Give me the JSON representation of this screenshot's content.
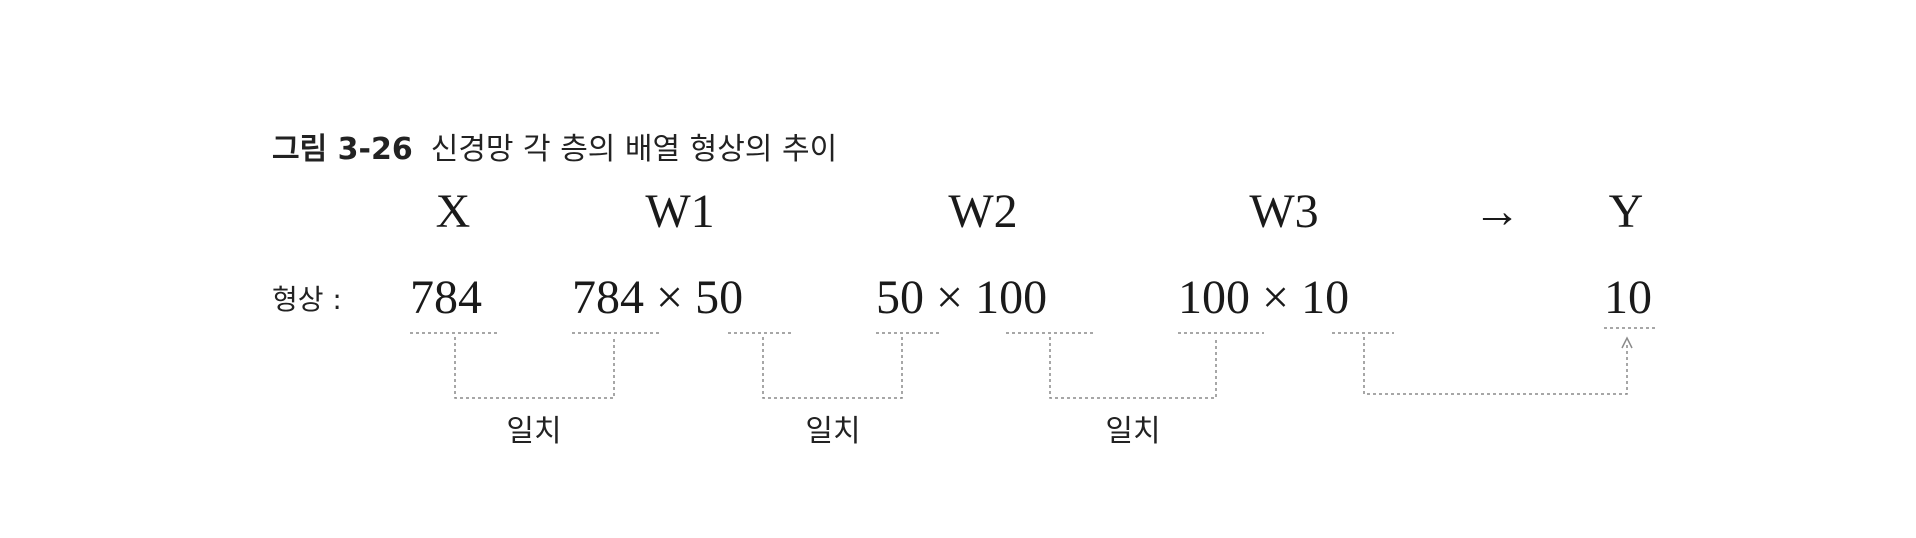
{
  "caption": {
    "number": "그림 3-26",
    "title": "신경망 각 층의 배열 형상의 추이"
  },
  "headers": {
    "x": "X",
    "w1": "W1",
    "w2": "W2",
    "w3": "W3",
    "arrow": "→",
    "y": "Y"
  },
  "shape_label": "형상 :",
  "shapes": {
    "x": "784",
    "w1": "784 × 50",
    "w2": "50 × 100",
    "w3": "100 × 10",
    "y": "10"
  },
  "match_labels": [
    "일치",
    "일치",
    "일치"
  ],
  "colors": {
    "text": "#1a1a1a",
    "lines": "#8a8a8a"
  }
}
